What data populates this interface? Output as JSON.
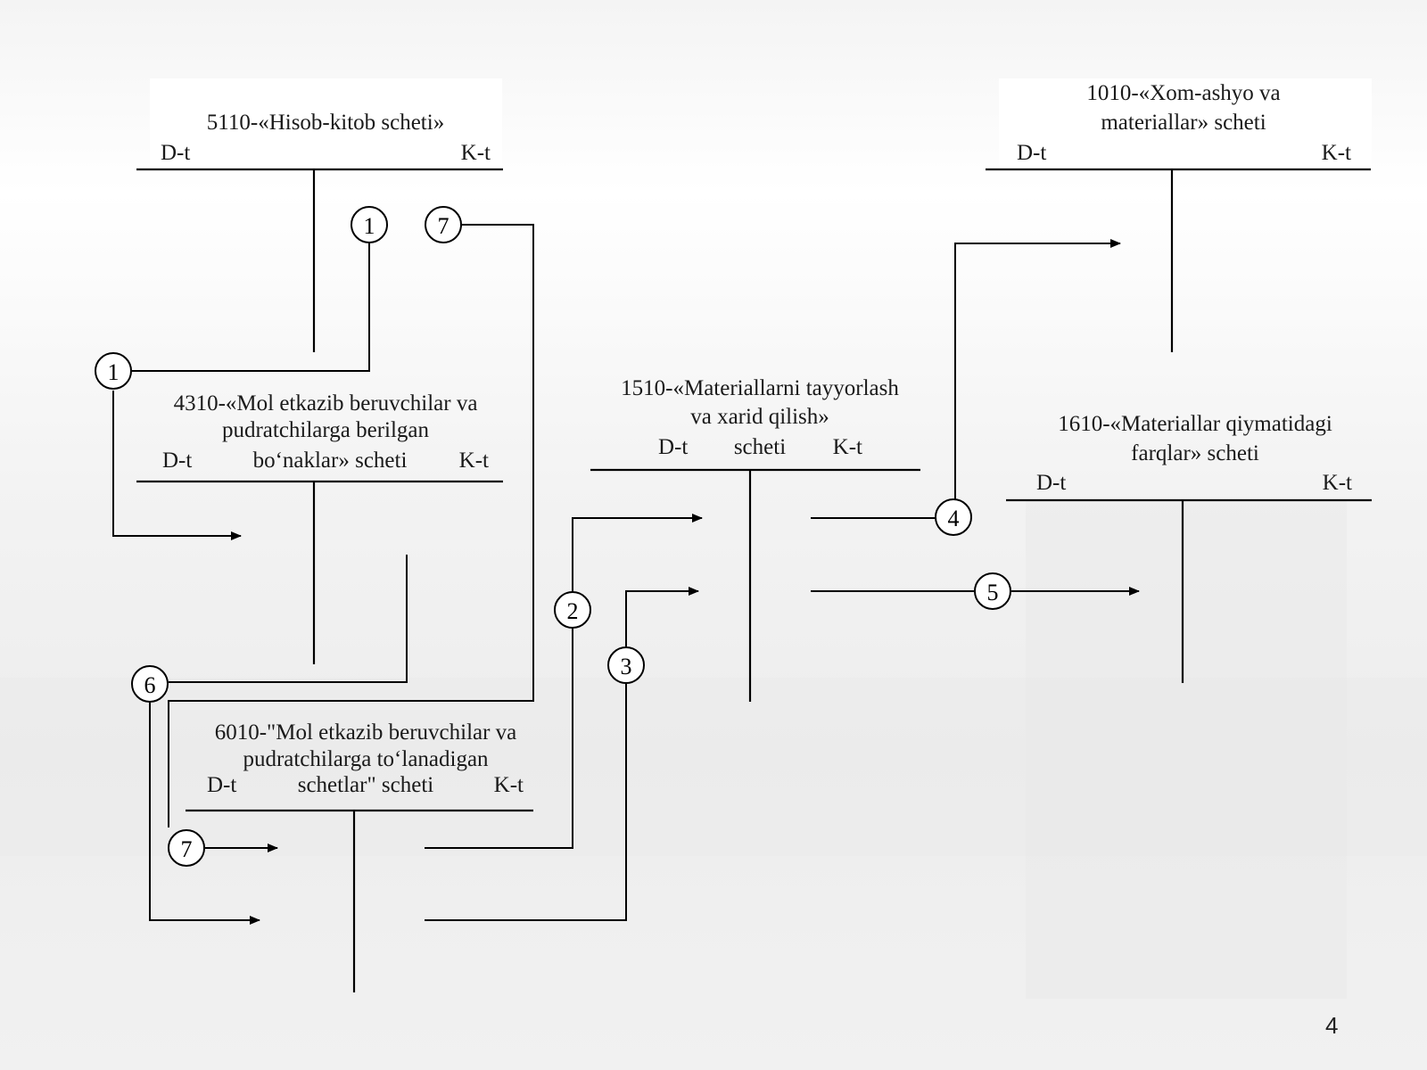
{
  "accounts": {
    "a5110": {
      "title": [
        "5110-«Hisob-kitob scheti»"
      ],
      "debit": "D-t",
      "credit": "K-t"
    },
    "a1010": {
      "title": [
        "1010-«Xom-ashyo va",
        "materiallar» scheti"
      ],
      "debit": "D-t",
      "credit": "K-t"
    },
    "a4310": {
      "title": [
        "4310-«Mol etkazib beruvchilar va",
        "pudratchilarga berilgan"
      ],
      "debit": "D-t",
      "middle": "bo‘naklar» scheti",
      "credit": "K-t"
    },
    "a1510": {
      "title": [
        "1510-«Materiallarni tayyorlash",
        "va xarid qilish»"
      ],
      "debit": "D-t",
      "middle": "scheti",
      "credit": "K-t"
    },
    "a1610": {
      "title": [
        "1610-«Materiallar qiymatidagi",
        "farqlar» scheti"
      ],
      "debit": "D-t",
      "credit": "K-t"
    },
    "a6010": {
      "title": [
        "6010-\"Mol etkazib beruvchilar va",
        "pudratchilarga to‘lanadigan"
      ],
      "debit": "D-t",
      "middle": "schetlar\" scheti",
      "credit": "K-t"
    }
  },
  "entries": {
    "e1_top": "1",
    "e1_left": "1",
    "e7_top": "7",
    "e2": "2",
    "e3": "3",
    "e4": "4",
    "e5": "5",
    "e6": "6",
    "e7_bottom": "7"
  },
  "page_number": "4"
}
